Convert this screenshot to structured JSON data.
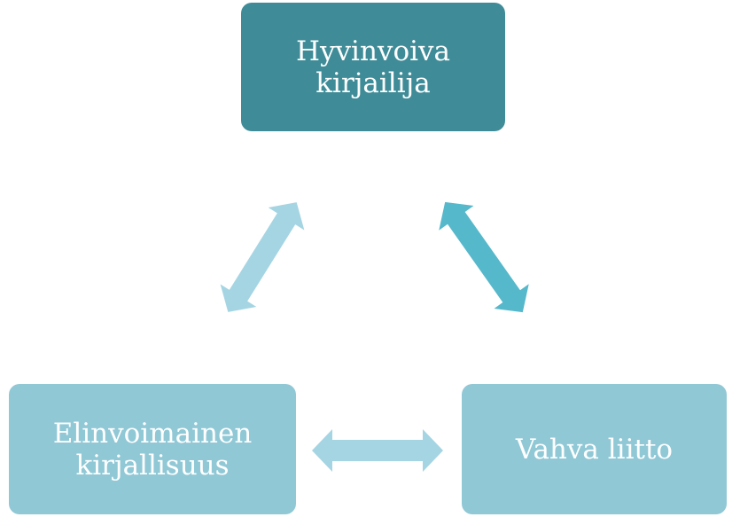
{
  "nodes": {
    "top": {
      "line1": "Hyvinvoiva",
      "line2": "kirjailija"
    },
    "bottom_left": {
      "line1": "Elinvoimainen",
      "line2": "kirjallisuus"
    },
    "bottom_right": {
      "line1": "Vahva liitto"
    }
  },
  "colors": {
    "dark": "#3f8c98",
    "light_box": "#90c8d6",
    "light_arrow": "#a5d5e3",
    "mid_arrow": "#56b8cb"
  }
}
